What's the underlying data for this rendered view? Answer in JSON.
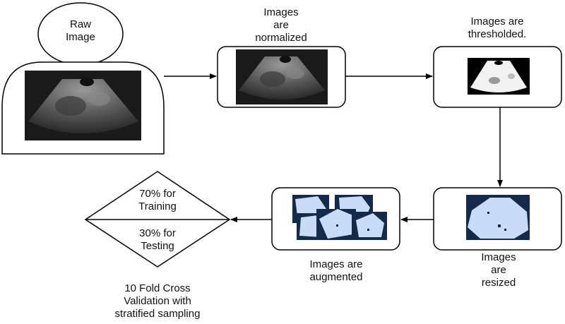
{
  "raw_image": {
    "lines": [
      "Raw",
      "Image"
    ]
  },
  "steps": {
    "normalized": {
      "lines": [
        "Images",
        "are",
        "normalized"
      ]
    },
    "thresholded": {
      "lines": [
        "Images are",
        "thresholded."
      ]
    },
    "resized": {
      "lines": [
        "Images",
        "are",
        "resized"
      ]
    },
    "augmented": {
      "lines": [
        "Images are",
        "augmented"
      ]
    }
  },
  "split": {
    "training": [
      "70% for",
      "Training"
    ],
    "testing": [
      "30% for",
      "Testing"
    ]
  },
  "validation": {
    "lines": [
      "10 Fold Cross",
      "Validation with",
      "stratified sampling"
    ]
  },
  "colors": {
    "mask_fill": "#c9dcf7",
    "mask_bg": "#142a4a",
    "ultrasound_bg": "#1a1a1a"
  }
}
